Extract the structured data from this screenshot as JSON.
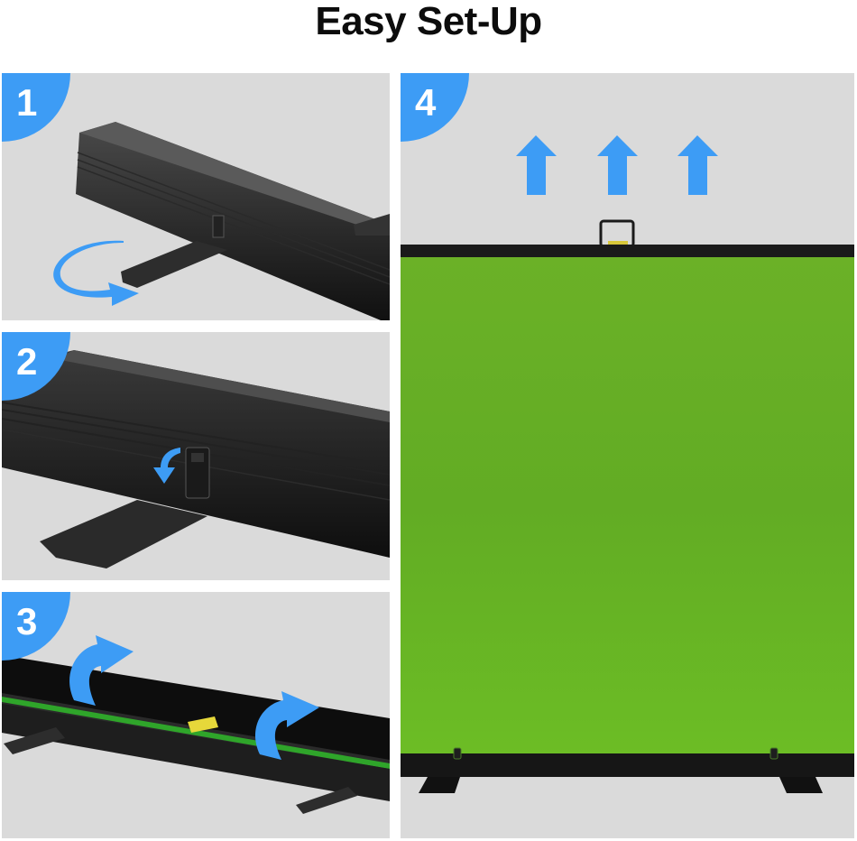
{
  "title": "Easy Set-Up",
  "colors": {
    "accent_blue": "#3d9cf5",
    "panel_bg": "#dadada",
    "green_screen": "#66ae26",
    "frame_black": "#1a1a1a",
    "tag_yellow": "#e6d83a"
  },
  "steps": [
    {
      "number": "1",
      "description_icon": "rotate-foot-arrow-icon"
    },
    {
      "number": "2",
      "description_icon": "lock-clip-down-arrow-icon"
    },
    {
      "number": "3",
      "description_icon": "open-cover-arrows-icon"
    },
    {
      "number": "4",
      "description_icon": "pull-up-arrows-icon"
    }
  ]
}
